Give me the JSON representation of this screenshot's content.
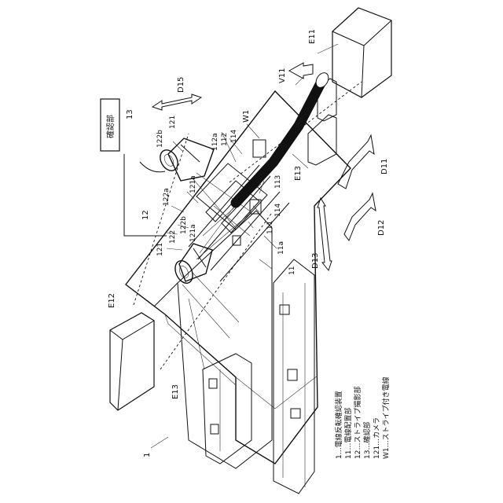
{
  "figure": {
    "device_number": "1",
    "boxes": {
      "e11": "E11",
      "e12": "E12"
    },
    "confirm_box": {
      "label": "確認部",
      "number": "13"
    },
    "dirs": {
      "d11": "D11",
      "d12": "D12",
      "d13": "D13",
      "d15": "D15",
      "v11": "V11"
    },
    "refs": {
      "e13a": "E13",
      "e13b": "E13",
      "w1": "W1",
      "r11": "11",
      "r11a": "11a",
      "r111": "111",
      "r112": "112",
      "r112a": "112a",
      "r113": "113",
      "r114a": "114",
      "r114b": "114",
      "r12": "12",
      "r121a": "121",
      "r121b": "121",
      "r121a1": "121a",
      "r121a2": "121a",
      "r122": "122",
      "r122a": "122a",
      "r122b1": "122b",
      "r122b2": "122b"
    },
    "legend": [
      "1…電線反転確認装置",
      "11…電線配置部",
      "12…ストライプ撮影部",
      "13…確認部",
      "121…カメラ",
      "W1…ストライプ付き電線"
    ]
  }
}
